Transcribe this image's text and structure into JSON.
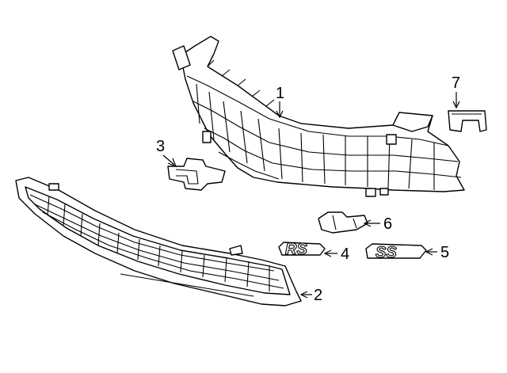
{
  "diagram": {
    "callouts": [
      {
        "id": "upper-grille",
        "number": "1"
      },
      {
        "id": "lower-grille",
        "number": "2"
      },
      {
        "id": "emblem",
        "number": "3"
      },
      {
        "id": "rs-badge",
        "number": "4"
      },
      {
        "id": "ss-badge",
        "number": "5"
      },
      {
        "id": "badge-bracket",
        "number": "6"
      },
      {
        "id": "grille-clip",
        "number": "7"
      }
    ],
    "badges": {
      "rs": "RS",
      "ss": "SS"
    }
  }
}
